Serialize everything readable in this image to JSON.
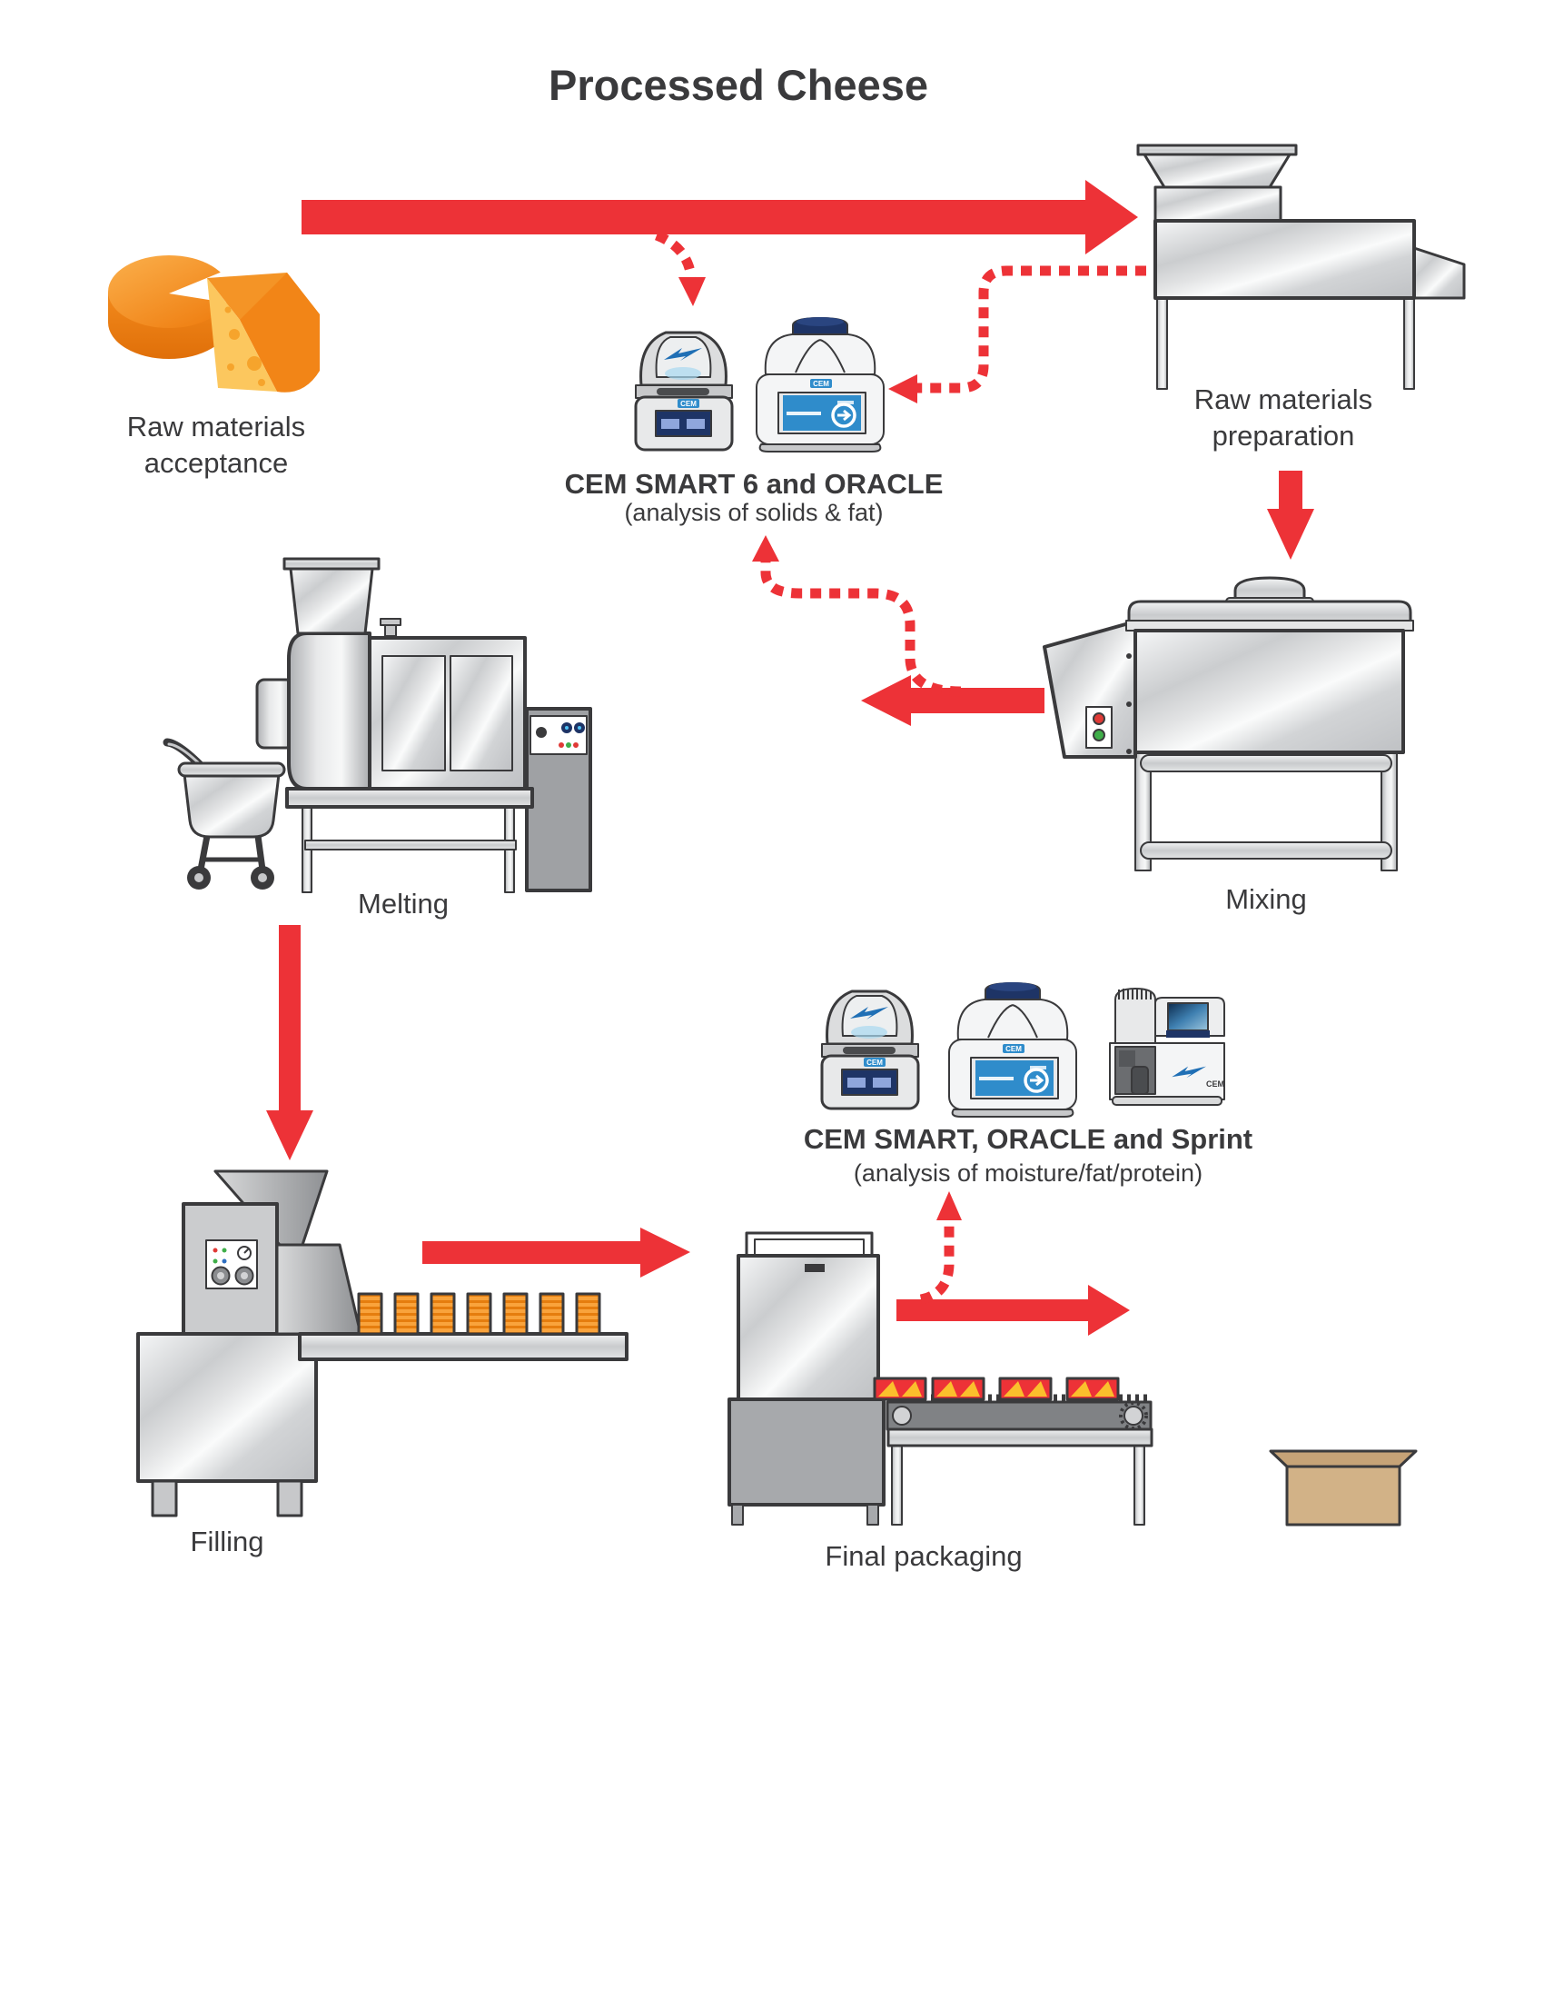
{
  "title": "Processed Cheese",
  "brand": "CEM",
  "stages": {
    "acceptance": {
      "label_line1": "Raw materials",
      "label_line2": "acceptance"
    },
    "preparation": {
      "label_line1": "Raw materials",
      "label_line2": "preparation"
    },
    "mixing": {
      "label": "Mixing"
    },
    "melting": {
      "label": "Melting"
    },
    "filling": {
      "label": "Filling"
    },
    "packaging": {
      "label": "Final packaging"
    }
  },
  "analysis_stations": {
    "station1": {
      "instruments": "CEM SMART 6 and ORACLE",
      "purpose": "(analysis of solids & fat)"
    },
    "station2": {
      "instruments": "CEM SMART, ORACLE and Sprint",
      "purpose": "(analysis of moisture/fat/protein)"
    }
  },
  "flow_arrows": [
    {
      "from": "raw-materials-acceptance",
      "to": "raw-materials-preparation",
      "style": "solid"
    },
    {
      "from": "raw-materials-preparation",
      "to": "mixing",
      "style": "solid"
    },
    {
      "from": "mixing",
      "to": "melting",
      "style": "solid"
    },
    {
      "from": "melting",
      "to": "filling",
      "style": "solid"
    },
    {
      "from": "filling",
      "to": "final-packaging",
      "style": "solid"
    },
    {
      "from": "final-packaging",
      "to": "output",
      "style": "solid"
    },
    {
      "from": "acceptance-preparation-flow",
      "to": "smart6-oracle-station",
      "style": "dashed"
    },
    {
      "from": "raw-materials-preparation",
      "to": "smart6-oracle-station",
      "style": "dashed"
    },
    {
      "from": "melting-flow",
      "to": "smart6-oracle-station",
      "style": "dashed"
    },
    {
      "from": "final-packaging-flow",
      "to": "smart-oracle-sprint-station",
      "style": "dashed"
    }
  ],
  "colors": {
    "accent_red": "#ED3237",
    "outline": "#3A3A3C",
    "text": "#3A3A3C",
    "cheese_orange": "#F6921E",
    "cheese_cut_face": "#FCC75E",
    "machine_metal": "#D9DADB",
    "navy_blue": "#1E3466",
    "screen_blue": "#2F8CCB",
    "logo_blue": "#1F6FB5",
    "button_green": "#3FAE49",
    "carton_tan": "#D2B287",
    "conveyor_gray": "#808285"
  }
}
